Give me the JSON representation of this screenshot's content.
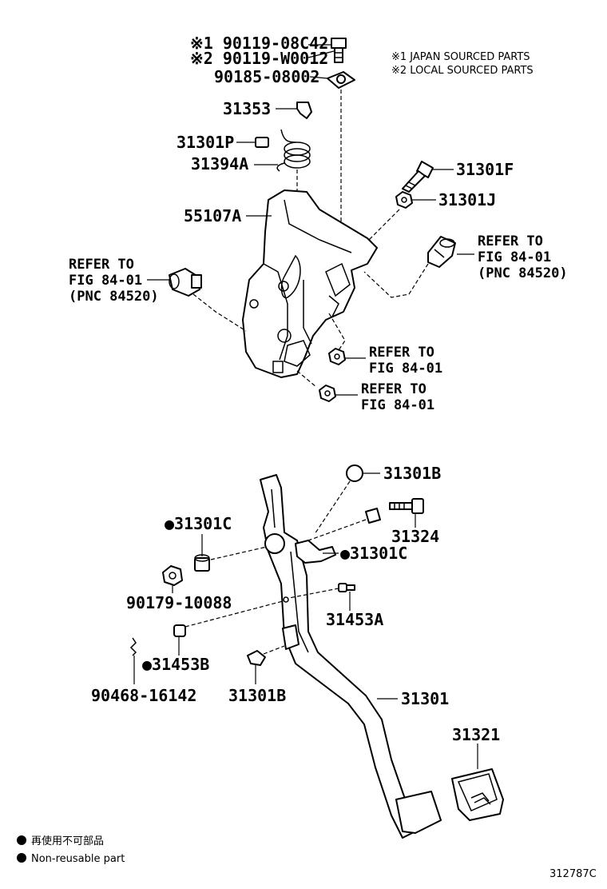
{
  "notes": {
    "note1": "※1 JAPAN SOURCED PARTS",
    "note2": "※2 LOCAL SOURCED PARTS"
  },
  "parts": {
    "p_90119_08C42": "※1 90119-08C42",
    "p_90119_W0012": "※2 90119-W0012",
    "p_90185_08002": "90185-08002",
    "p_31353": "31353",
    "p_31301P": "31301P",
    "p_31394A": "31394A",
    "p_55107A": "55107A",
    "p_31301F": "31301F",
    "p_31301J": "31301J",
    "p_31301B_top": "31301B",
    "p_31301C_left": "●31301C",
    "p_31324": "31324",
    "p_31301C_right": "●31301C",
    "p_90179_10088": "90179-10088",
    "p_31453A": "31453A",
    "p_31453B": "●31453B",
    "p_90468_16142": "90468-16142",
    "p_31301B_bottom": "31301B",
    "p_31301": "31301",
    "p_31321": "31321"
  },
  "refs": {
    "left": {
      "l1": "REFER TO",
      "l2": "FIG 84-01",
      "l3": "(PNC 84520)"
    },
    "right": {
      "l1": "REFER TO",
      "l2": "FIG 84-01",
      "l3": "(PNC 84520)"
    },
    "mid1": {
      "l1": "REFER TO",
      "l2": "FIG 84-01"
    },
    "mid2": {
      "l1": "REFER TO",
      "l2": "FIG 84-01"
    }
  },
  "legend": {
    "item1": "再使用不可部品",
    "item2": "Non-reusable part"
  },
  "figure_id": "312787C"
}
